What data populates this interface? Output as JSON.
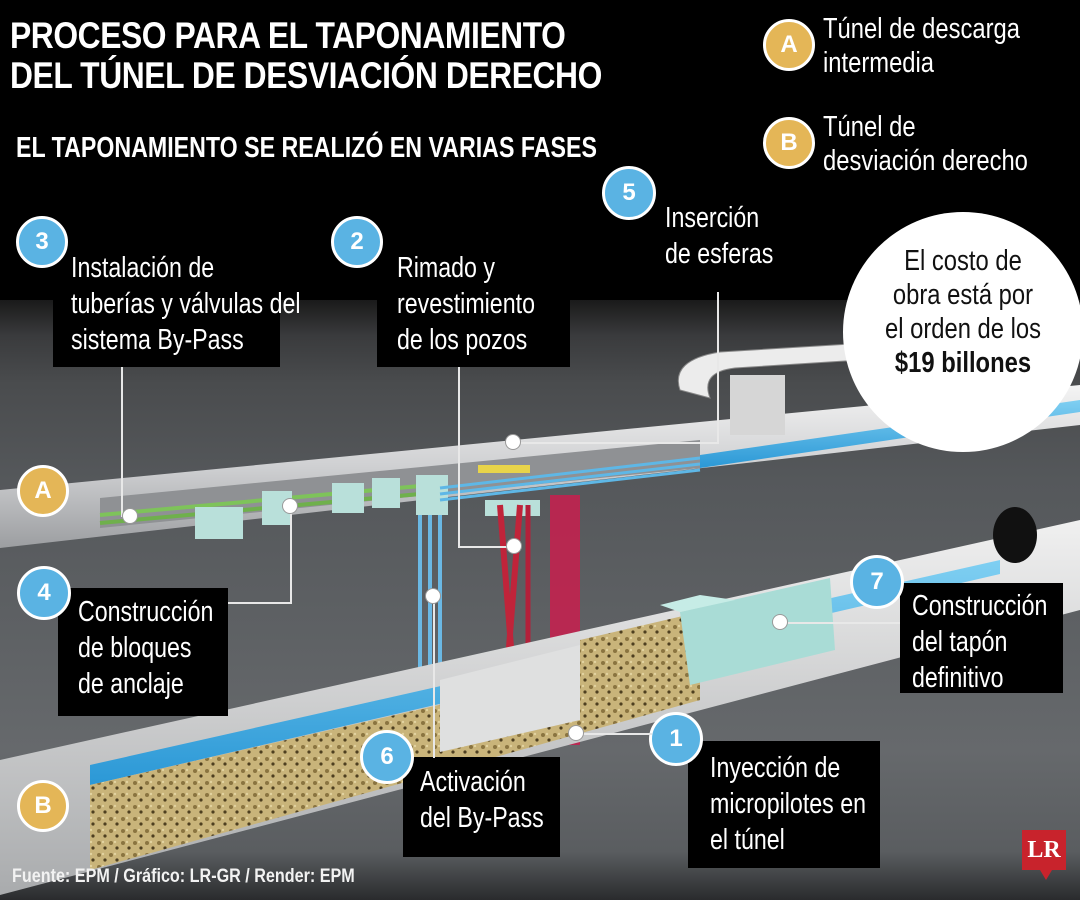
{
  "header": {
    "title_line1": "PROCESO PARA EL TAPONAMIENTO",
    "title_line2": "DEL TÚNEL DE DESVIACIÓN DERECHO",
    "subtitle": "EL TAPONAMIENTO SE REALIZÓ EN VARIAS FASES"
  },
  "legend": [
    {
      "key": "A",
      "line1": "Túnel de descarga",
      "line2": "intermedia"
    },
    {
      "key": "B",
      "line1": "Túnel de",
      "line2": "desviación derecho"
    }
  ],
  "tunnel_markers": {
    "a": "A",
    "b": "B"
  },
  "steps": [
    {
      "number": "1",
      "lines": [
        "Inyección de",
        "micropilotes en",
        "el túnel"
      ]
    },
    {
      "number": "2",
      "lines": [
        "Rimado y",
        "revestimiento",
        "de los pozos"
      ]
    },
    {
      "number": "3",
      "lines": [
        "Instalación de",
        "tuberías y válvulas del",
        "sistema By-Pass"
      ]
    },
    {
      "number": "4",
      "lines": [
        "Construcción",
        "de bloques",
        "de anclaje"
      ]
    },
    {
      "number": "5",
      "lines": [
        "Inserción",
        "de esferas"
      ]
    },
    {
      "number": "6",
      "lines": [
        "Activación",
        "del By-Pass"
      ]
    },
    {
      "number": "7",
      "lines": [
        "Construcción",
        "del tapón",
        "definitivo"
      ]
    }
  ],
  "cost_callout": {
    "line1": "El costo de",
    "line2": "obra está por",
    "line3": "el orden de los",
    "amount": "$19 billones"
  },
  "footer": {
    "source": "Fuente: EPM / Gráfico: LR-GR / Render: EPM",
    "logo": "LR"
  },
  "colors": {
    "badge_step": "#5ab3e3",
    "badge_tunnel": "#e4b657",
    "background": "#000000",
    "logo": "#c8232c",
    "water": "#3aa8e0",
    "micropiles": "#c81e4e",
    "plug": "#a9dcd6"
  }
}
